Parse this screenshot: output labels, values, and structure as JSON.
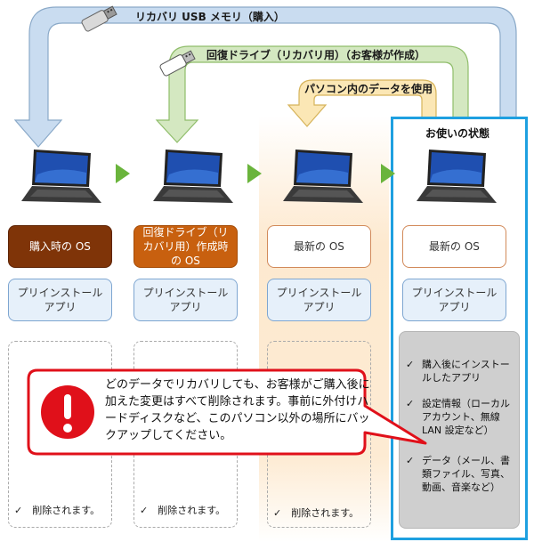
{
  "arrows": {
    "usb_purchase": "リカバリ USB メモリ（購入）",
    "recovery_drive": "回復ドライブ（リカバリ用）（お客様が作成）",
    "pc_data": "パソコン内のデータを使用"
  },
  "current_state_title": "お使いの状態",
  "columns": [
    {
      "os": "購入時の OS",
      "app": "プリインストール\nアプリ",
      "deleted": "✓　削除されます。"
    },
    {
      "os": "回復ドライブ（リカバリ用）作成時の OS",
      "app": "プリインストール\nアプリ",
      "deleted": "✓　削除されます。"
    },
    {
      "os": "最新の OS",
      "app": "プリインストール\nアプリ",
      "deleted": "✓　削除されます。"
    },
    {
      "os": "最新の OS",
      "app": "プリインストール\nアプリ"
    }
  ],
  "current_items": [
    "購入後にインストールしたアプリ",
    "設定情報（ローカルアカウント、無線 LAN 設定など）",
    "データ（メール、書類ファイル、写真、動画、音楽など）"
  ],
  "check_mark": "✓",
  "warning": {
    "icon": "exclamation-icon",
    "text": "どのデータでリカバリしても、お客様がご購入後に加えた変更はすべて削除されます。事前に外付けハードディスクなど、このパソコン以外の場所にバックアップしてください。"
  },
  "colors": {
    "arrow_blue": "#c9dcf0",
    "arrow_green": "#d4e8c1",
    "arrow_yellow": "#fbe7b5",
    "highlight_border": "#1ea0e0",
    "warning_red": "#e0101a",
    "play_green": "#6ab43c"
  }
}
